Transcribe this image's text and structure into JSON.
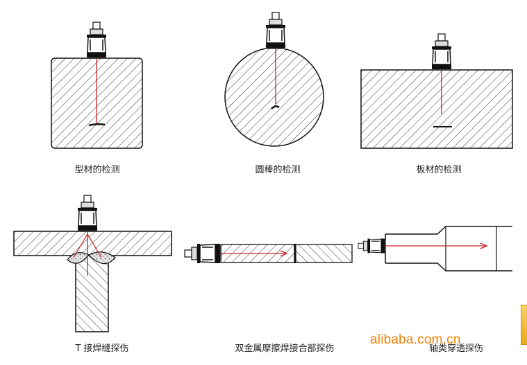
{
  "panels": [
    {
      "id": "profile",
      "caption": "型材的检测"
    },
    {
      "id": "round-bar",
      "caption": "圆棒的检测"
    },
    {
      "id": "plate",
      "caption": "板材的检测"
    },
    {
      "id": "t-weld",
      "caption": "T 接焊缝探伤"
    },
    {
      "id": "bimetal-friction-weld",
      "caption": "双金属摩擦焊接合部探伤"
    },
    {
      "id": "shaft-penetration",
      "caption": "轴类穿透探伤"
    }
  ],
  "watermark": "alibaba.com.cn",
  "colors": {
    "beam": "#cc2020",
    "outline": "#111111",
    "hatch": "#333333",
    "weld_fill": "#bbbbbb"
  }
}
